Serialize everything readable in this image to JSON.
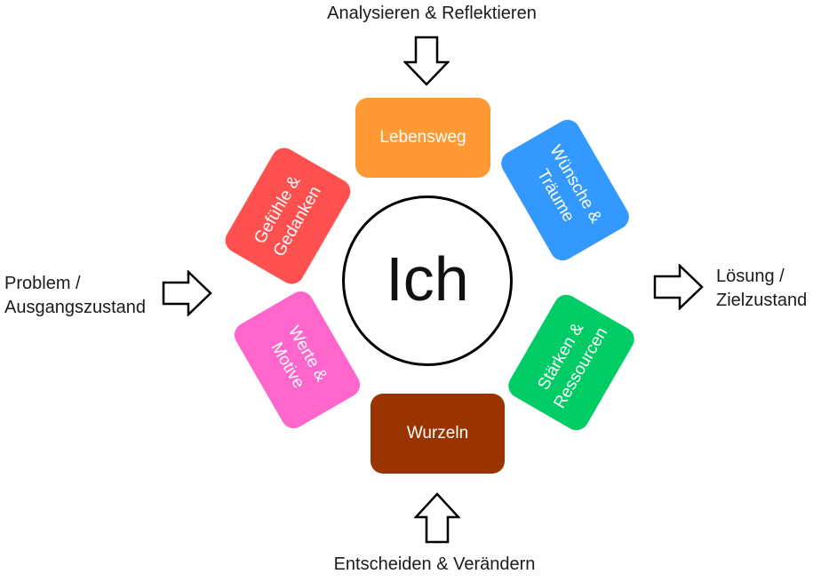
{
  "labels": {
    "top": "Analysieren & Reflektieren",
    "bottom": "Entscheiden & Verändern",
    "left_line1": "Problem /",
    "left_line2": "Ausgangszustand",
    "right_line1": "Lösung /",
    "right_line2": "Zielzustand"
  },
  "center": {
    "label": "Ich"
  },
  "boxes": {
    "lebensweg": {
      "line1": "Lebensweg",
      "color": "#FF9933"
    },
    "wuensche": {
      "line1": "Wünsche &",
      "line2": "Träume",
      "color": "#3399FF"
    },
    "staerken": {
      "line1": "Stärken &",
      "line2": "Ressourcen",
      "color": "#00CC66"
    },
    "wurzeln": {
      "line1": "Wurzeln",
      "color": "#993300"
    },
    "werte": {
      "line1": "Werte &",
      "line2": "Motive",
      "color": "#FF66CC"
    },
    "gefuehle": {
      "line1": "Gefühle &",
      "line2": "Gedanken",
      "color": "#FF5050"
    }
  },
  "arrows": {
    "top": "down-arrow-icon",
    "bottom": "up-arrow-icon",
    "left": "right-arrow-icon",
    "right": "right-arrow-icon"
  }
}
